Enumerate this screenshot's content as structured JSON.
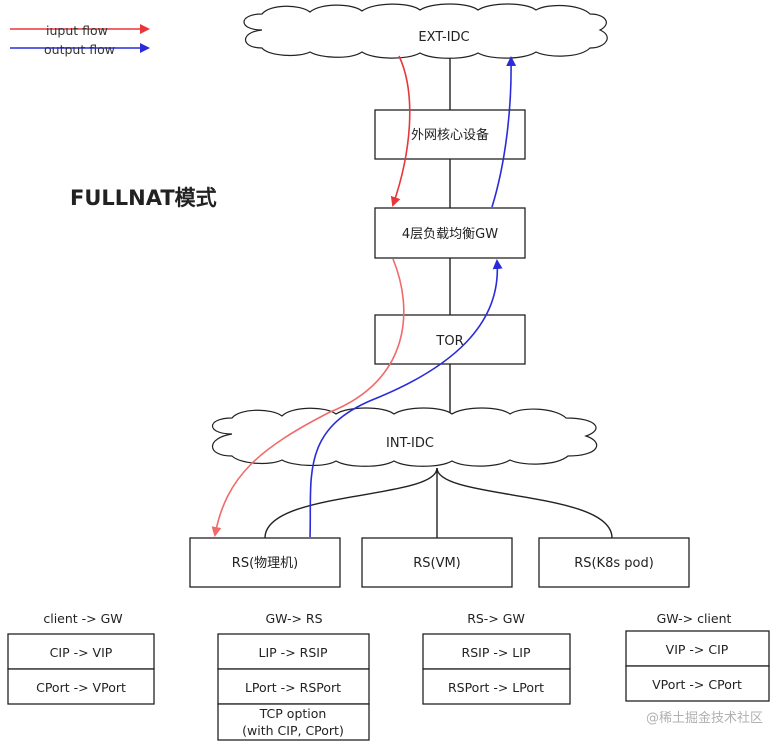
{
  "legend": {
    "input_flow": "iuput flow",
    "output_flow": "output flow",
    "input_color": "#e8363c",
    "output_color": "#2b2bd9"
  },
  "title": "FULLNAT模式",
  "clouds": {
    "ext_idc": "EXT-IDC",
    "int_idc": "INT-IDC"
  },
  "boxes": {
    "core": "外网核心设备",
    "gw": "4层负载均衡GW",
    "tor": "TOR"
  },
  "servers": {
    "physical": "RS(物理机)",
    "vm": "RS(VM)",
    "k8s": "RS(K8s pod)"
  },
  "tables": [
    {
      "caption": "client -> GW",
      "rows": [
        "CIP -> VIP",
        "CPort -> VPort"
      ]
    },
    {
      "caption": "GW-> RS",
      "rows": [
        "LIP -> RSIP",
        "LPort -> RSPort"
      ],
      "option_line1": "TCP option",
      "option_line2": "(with CIP, CPort)"
    },
    {
      "caption": "RS-> GW",
      "rows": [
        "RSIP -> LIP",
        "RSPort -> LPort"
      ]
    },
    {
      "caption": "GW-> client",
      "rows": [
        "VIP -> CIP",
        "VPort -> CPort"
      ]
    }
  ],
  "watermark": "@稀土掘金技术社区"
}
